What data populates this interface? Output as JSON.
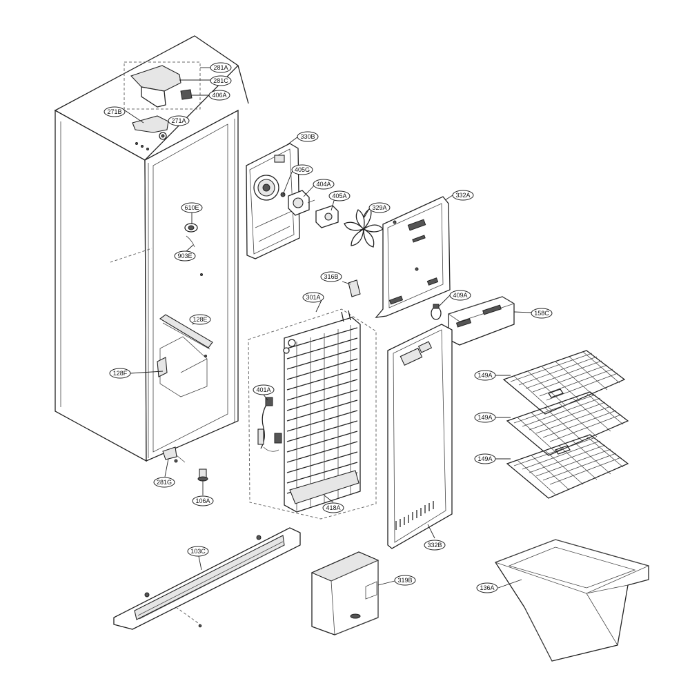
{
  "labels": {
    "l281A": "281A",
    "l281C": "281C",
    "l406A": "406A",
    "l271B": "271B",
    "l271A": "271A",
    "l330B": "330B",
    "l405G": "405G",
    "l404A": "404A",
    "l405A": "405A",
    "l329A": "329A",
    "l332A": "332A",
    "l610E": "610E",
    "l903E": "903E",
    "l316B": "316B",
    "l301A": "301A",
    "l409A": "409A",
    "l158C": "158C",
    "l128E": "128E",
    "l128F": "128F",
    "l149A_1": "149A",
    "l149A_2": "149A",
    "l149A_3": "149A",
    "l401A": "401A",
    "l281G": "281G",
    "l106A": "106A",
    "l418A": "418A",
    "l332B": "332B",
    "l103C": "103C",
    "l319B": "319B",
    "l136A": "136A"
  }
}
